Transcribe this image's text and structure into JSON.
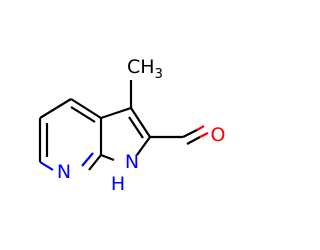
{
  "molecule": {
    "atoms": {
      "n_pyridine": {
        "symbol": "N",
        "color": "#0000ff"
      },
      "n_pyrrole": {
        "symbol": "N",
        "color": "#0000ff"
      },
      "h_pyrrole": {
        "symbol": "H",
        "color": "#0000ff"
      },
      "o_aldehyde": {
        "symbol": "O",
        "color": "#ff0000"
      },
      "methyl": {
        "label": "CH3",
        "color": "#000000"
      }
    },
    "bond_color": "#000000",
    "hetero_bond_color": "#0000ff",
    "oxygen_bond_color": "#ff0000"
  }
}
